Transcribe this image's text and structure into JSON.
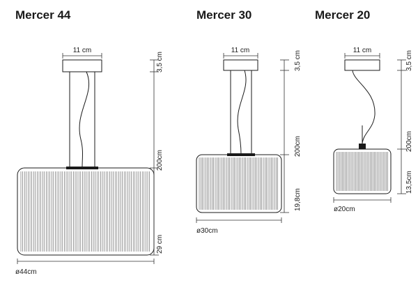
{
  "models": [
    {
      "name": "Mercer 44",
      "canopy_width": "11 cm",
      "canopy_height": "3,5 cm",
      "cable_length": "200cm",
      "shade_height": "29 cm",
      "diameter": "ø44cm"
    },
    {
      "name": "Mercer 30",
      "canopy_width": "11 cm",
      "canopy_height": "3,5 cm",
      "cable_length": "200cm",
      "shade_height": "19,8cm",
      "diameter": "ø30cm"
    },
    {
      "name": "Mercer 20",
      "canopy_width": "11 cm",
      "canopy_height": "3,5 cm",
      "cable_length": "200cm",
      "shade_height": "13,5cm",
      "diameter": "ø20cm"
    }
  ]
}
